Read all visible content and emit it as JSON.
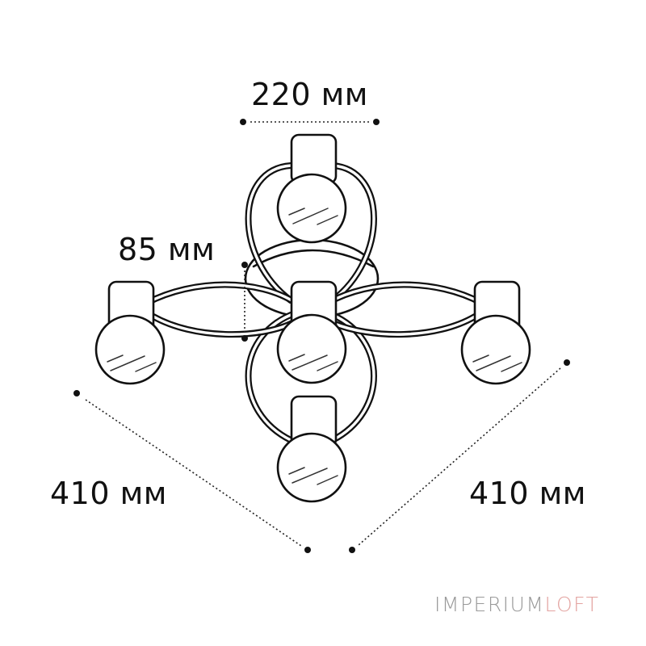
{
  "diagram": {
    "type": "product-dimension-drawing",
    "subject": "ceiling chandelier with 5 globe bulbs",
    "dimensions": {
      "top_width": {
        "label": "220 мм",
        "value": 220,
        "unit": "мм"
      },
      "height": {
        "label": "85 мм",
        "value": 85,
        "unit": "мм"
      },
      "left_depth": {
        "label": "410 мм",
        "value": 410,
        "unit": "мм"
      },
      "right_depth": {
        "label": "410 мм",
        "value": 410,
        "unit": "мм"
      }
    },
    "bulb_count": 5
  },
  "brand": {
    "part1": "IMPERIUM",
    "part2": "LOFT",
    "colors": {
      "part1": "#9a9a9a",
      "part2": "#e3a3a0"
    }
  }
}
